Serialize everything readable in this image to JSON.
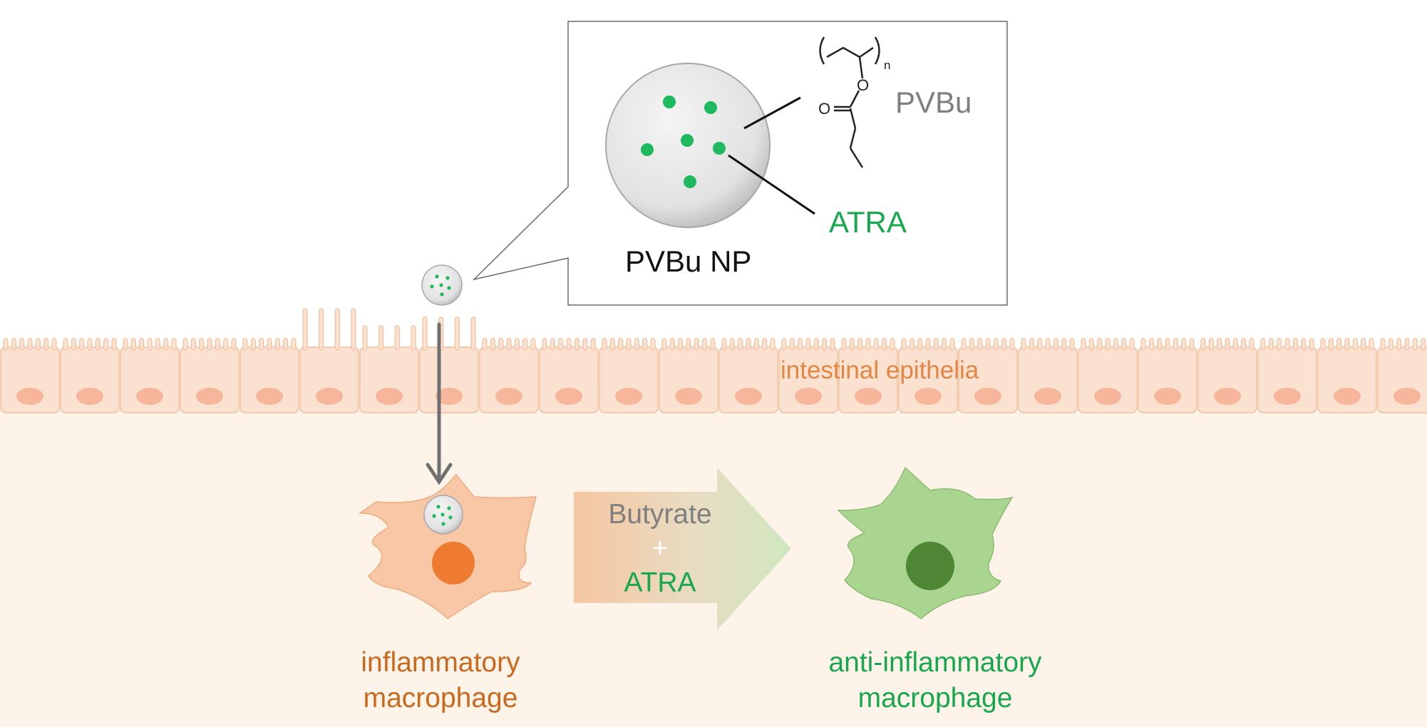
{
  "labels": {
    "pvbu": "PVBu",
    "n": "n",
    "ester_o": "O",
    "carbonyl_o": "O",
    "atra": "ATRA",
    "np": "PVBu NP",
    "epithelia": "intestinal epithelia",
    "butyrate": "Butyrate",
    "plus": "+",
    "arrow_atra": "ATRA",
    "inflam_line1": "inflammatory",
    "inflam_line2": "macrophage",
    "anti_line1": "anti-inflammatory",
    "anti_line2": "macrophage"
  },
  "colors": {
    "green_text": "#17a84e",
    "orange_text": "#c9691e",
    "grey_text": "#7f7f7f",
    "epithelium_cell": "#fbe1cf",
    "epithelium_nucleus": "#f7b69b",
    "tissue_bg": "#fdf3e9",
    "inflam_cell": "#f8c7a6",
    "inflam_nucleus": "#ee7b30",
    "anti_cell": "#a9d590",
    "anti_nucleus": "#4f8636",
    "drug_dot": "#1fba5f"
  }
}
